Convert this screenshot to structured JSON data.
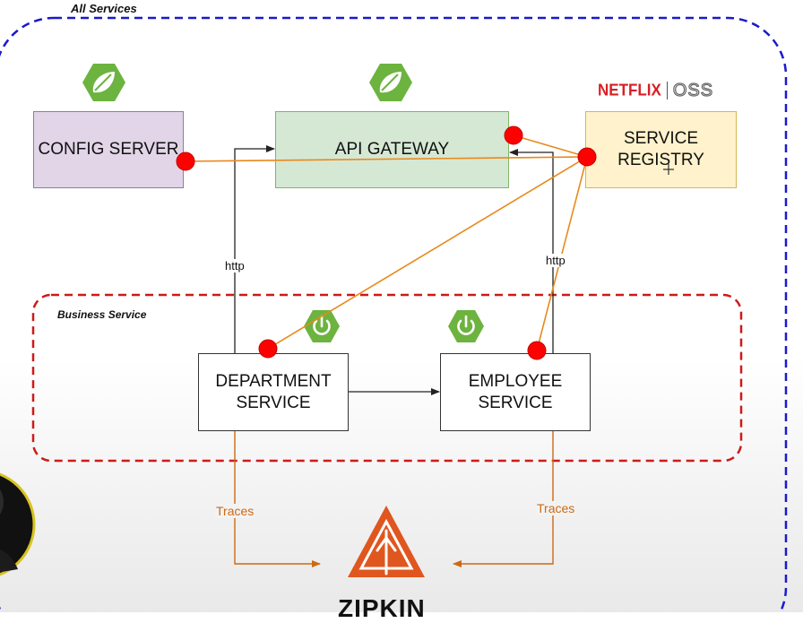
{
  "groups": {
    "all_services": {
      "label": "All Services"
    },
    "business_service": {
      "label": "Business Service"
    }
  },
  "nodes": {
    "config_server": {
      "label": "CONFIG SERVER",
      "color": "#e1d5e7"
    },
    "api_gateway": {
      "label": "API GATEWAY",
      "color": "#d5e8d4"
    },
    "service_registry": {
      "label": "SERVICE\nREGISTRY",
      "color": "#fff2cc"
    },
    "department_service": {
      "label": "DEPARTMENT\nSERVICE",
      "color": "#ffffff"
    },
    "employee_service": {
      "label": "EMPLOYEE\nSERVICE",
      "color": "#ffffff"
    }
  },
  "edges": {
    "http_left": "http",
    "http_right": "http",
    "traces_left": "Traces",
    "traces_right": "Traces"
  },
  "logos": {
    "netflix": "NETFLIX",
    "oss": "OSS",
    "zipkin": "ZIPKIN",
    "spring_icons": [
      "spring-leaf-icon",
      "spring-boot-power-icon"
    ]
  },
  "colors": {
    "all_services_border": "#1a1acc",
    "business_border": "#cc1a1a",
    "registration_line": "#e8891d",
    "registration_dot": "#ff0000",
    "traces": "#cc6a14",
    "spring_green": "#6db33f",
    "zipkin": "#e0561f"
  }
}
